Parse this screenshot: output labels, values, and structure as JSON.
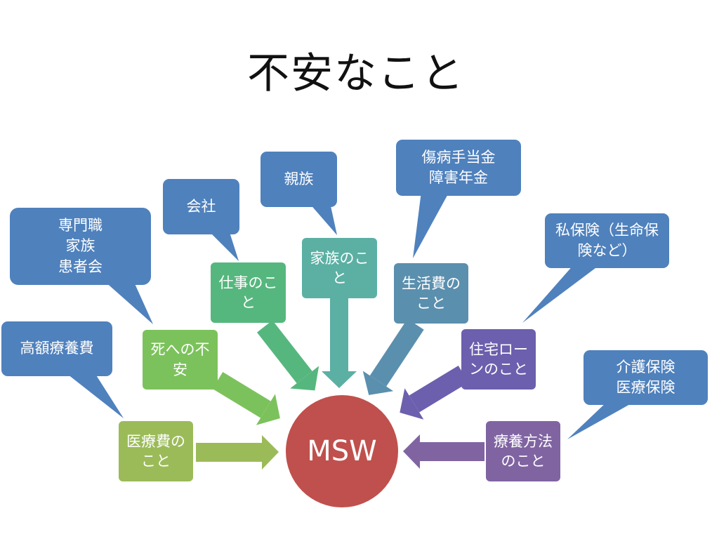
{
  "title": "不安なこと",
  "center": "MSW",
  "colors": {
    "callout": "#4f81bd",
    "center": "#c0504d",
    "iryohi": "#9bbb59",
    "shi": "#7cc25c",
    "shigoto": "#56b77e",
    "kazoku": "#5bb0a3",
    "seikatsuhi": "#5b8fae",
    "jutaku": "#6c5fae",
    "ryoyo": "#8064a2"
  },
  "nodes": {
    "iryohi": "医療費のこと",
    "shi": "死への不安",
    "shigoto": "仕事のこと",
    "kazoku": "家族のこと",
    "seikatsuhi": "生活費のこと",
    "jutaku": "住宅ローンのこと",
    "ryoyo": "療養方法のこと"
  },
  "callouts": {
    "kogaku": "高額療養費",
    "senmon": "専門職\n家族\n患者会",
    "kaisha": "会社",
    "shinzoku": "親族",
    "shobyo": "傷病手当金\n障害年金",
    "shihoken": "私保険（生命保\n険など）",
    "kaigo": "介護保険\n医療保険"
  }
}
